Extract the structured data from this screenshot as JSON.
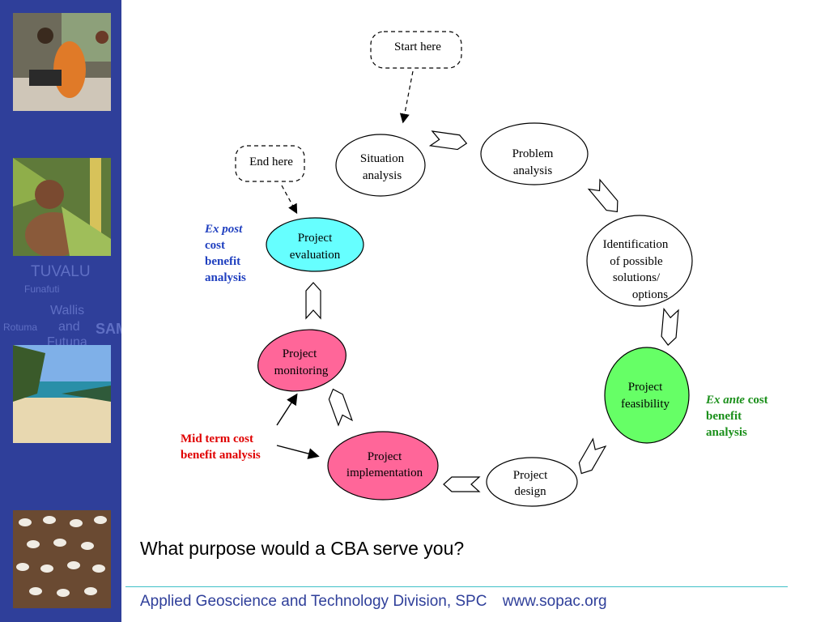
{
  "sidebar": {
    "map_labels": [
      "TUVALU",
      "Funafuti",
      "Wallis",
      "and",
      "Futuna",
      "Rotuma",
      "SAM"
    ],
    "photos": [
      "woman-working-photo",
      "man-with-palm-photo",
      "beach-photo",
      "drying-copra-photo"
    ]
  },
  "nodes": {
    "start": "Start here",
    "end": "End here",
    "situation": [
      "Situation",
      "analysis"
    ],
    "problem": [
      "Problem",
      "analysis"
    ],
    "identification": [
      "Identification",
      "of possible",
      "solutions/",
      "options"
    ],
    "feasibility": [
      "Project",
      "feasibility"
    ],
    "design": [
      "Project",
      "design"
    ],
    "implementation": [
      "Project",
      "implementation"
    ],
    "monitoring": [
      "Project",
      "monitoring"
    ],
    "evaluation": [
      "Project",
      "evaluation"
    ]
  },
  "annotations": {
    "ex_post": {
      "italic": "Ex post",
      "rest": [
        "cost",
        "benefit",
        "analysis"
      ]
    },
    "ex_ante": {
      "italic": "Ex ante",
      "rest": [
        " cost",
        "benefit",
        "analysis"
      ]
    },
    "mid_term": [
      "Mid term cost",
      "benefit analysis"
    ]
  },
  "colors": {
    "evaluation_fill": "#66ffff",
    "monitoring_fill": "#ff6699",
    "implementation_fill": "#ff6699",
    "feasibility_fill": "#66ff66",
    "ex_post_color": "#1f3fbf",
    "ex_ante_color": "#1a8f1a",
    "mid_term_color": "#e00000"
  },
  "question": "What purpose would a CBA serve you?",
  "footer": {
    "division": "Applied Geoscience and Technology Division, SPC",
    "url": "www.sopac.org"
  }
}
